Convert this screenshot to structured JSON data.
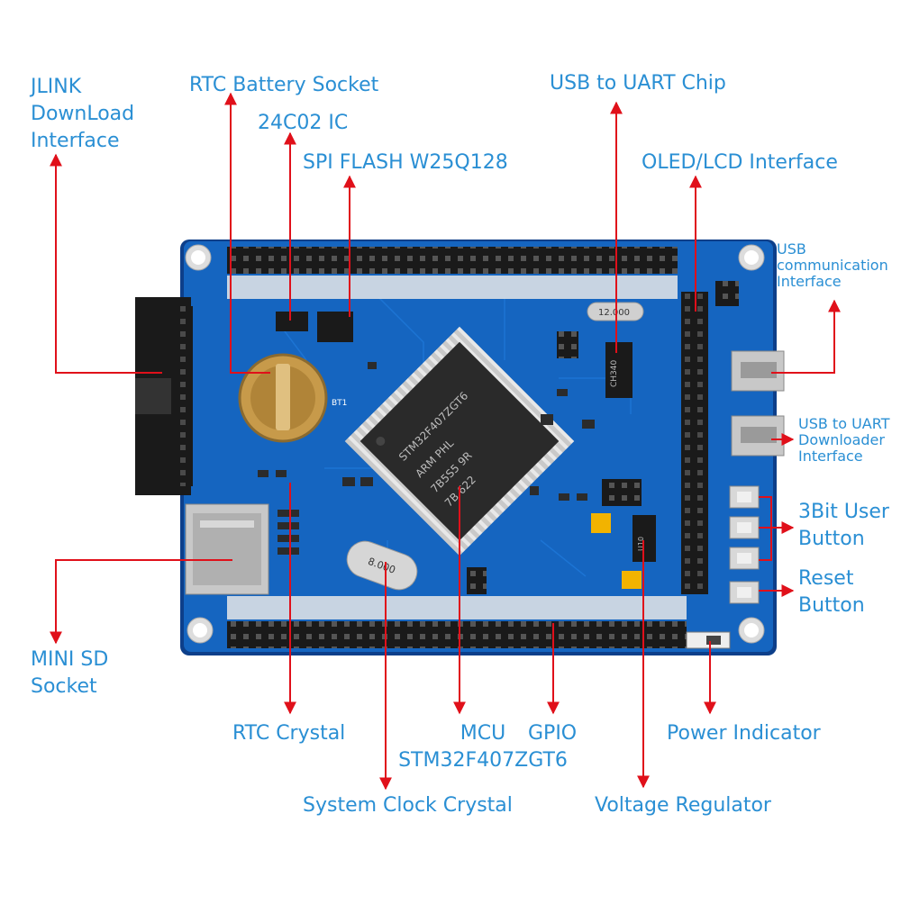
{
  "labels": {
    "jlink": "JLINK\nDownLoad\nInterface",
    "rtc_battery": "RTC Battery Socket",
    "ic_24c02": "24C02 IC",
    "spi_flash": "SPI FLASH W25Q128",
    "usb_uart_chip": "USB to UART Chip",
    "oled_lcd": "OLED/LCD Interface",
    "usb_comm": "USB\ncommunication\nInterface",
    "usb_uart_dl": "USB to UART\nDownloader\nInterface",
    "user_button": "3Bit User\nButton",
    "reset_button": "Reset\nButton",
    "mini_sd": "MINI SD\nSocket",
    "rtc_crystal": "RTC Crystal",
    "mcu": "MCU\nSTM32F407ZGT6",
    "gpio": "GPIO",
    "power_indicator": "Power Indicator",
    "sys_clock": "System Clock Crystal",
    "voltage_reg": "Voltage Regulator"
  },
  "board_markings": {
    "chip_line1": "STM32F407ZGT6",
    "chip_line2": "ARM PHL",
    "chip_line3": "7B5S5 9R",
    "chip_line4": "7B 622",
    "crystal_main": "8.000",
    "crystal_uart": "12.000",
    "battery": "BT1",
    "uart_chip": "CH340",
    "regulator": "U10"
  },
  "colors": {
    "board": "#1565c0",
    "board_dark": "#0d3f8a",
    "arrow": "#e0101a",
    "label": "#2a8fd4"
  }
}
